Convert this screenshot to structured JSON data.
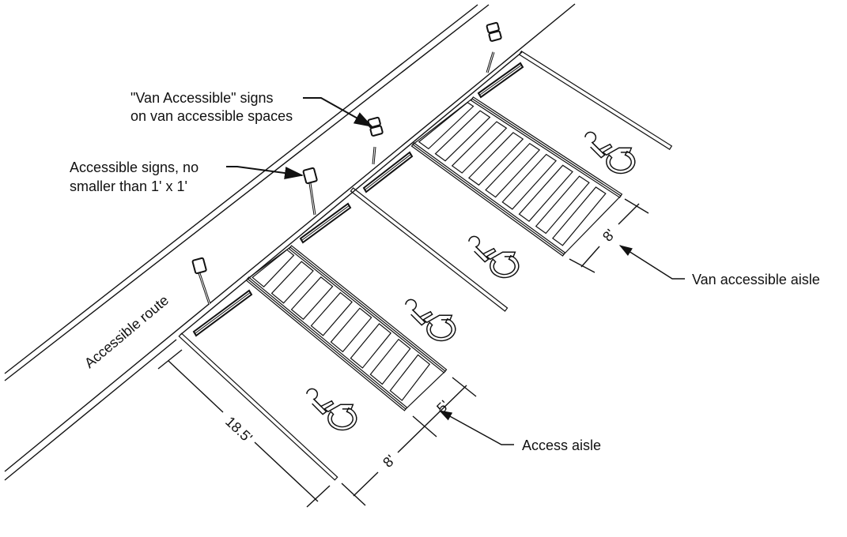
{
  "labels": {
    "van_signs_line1": "\"Van Accessible\" signs",
    "van_signs_line2": "on van accessible spaces",
    "signs_line1": "Accessible signs, no",
    "signs_line2": "smaller than 1' x 1'",
    "accessible_route": "Accessible route",
    "van_aisle": "Van accessible aisle",
    "access_aisle": "Access aisle"
  },
  "dimensions": {
    "stall_length": "18.5'",
    "stall_width": "8'",
    "access_aisle_width": "5'",
    "van_aisle_width": "8'"
  },
  "colors": {
    "ink": "#111111",
    "background": "#ffffff"
  }
}
